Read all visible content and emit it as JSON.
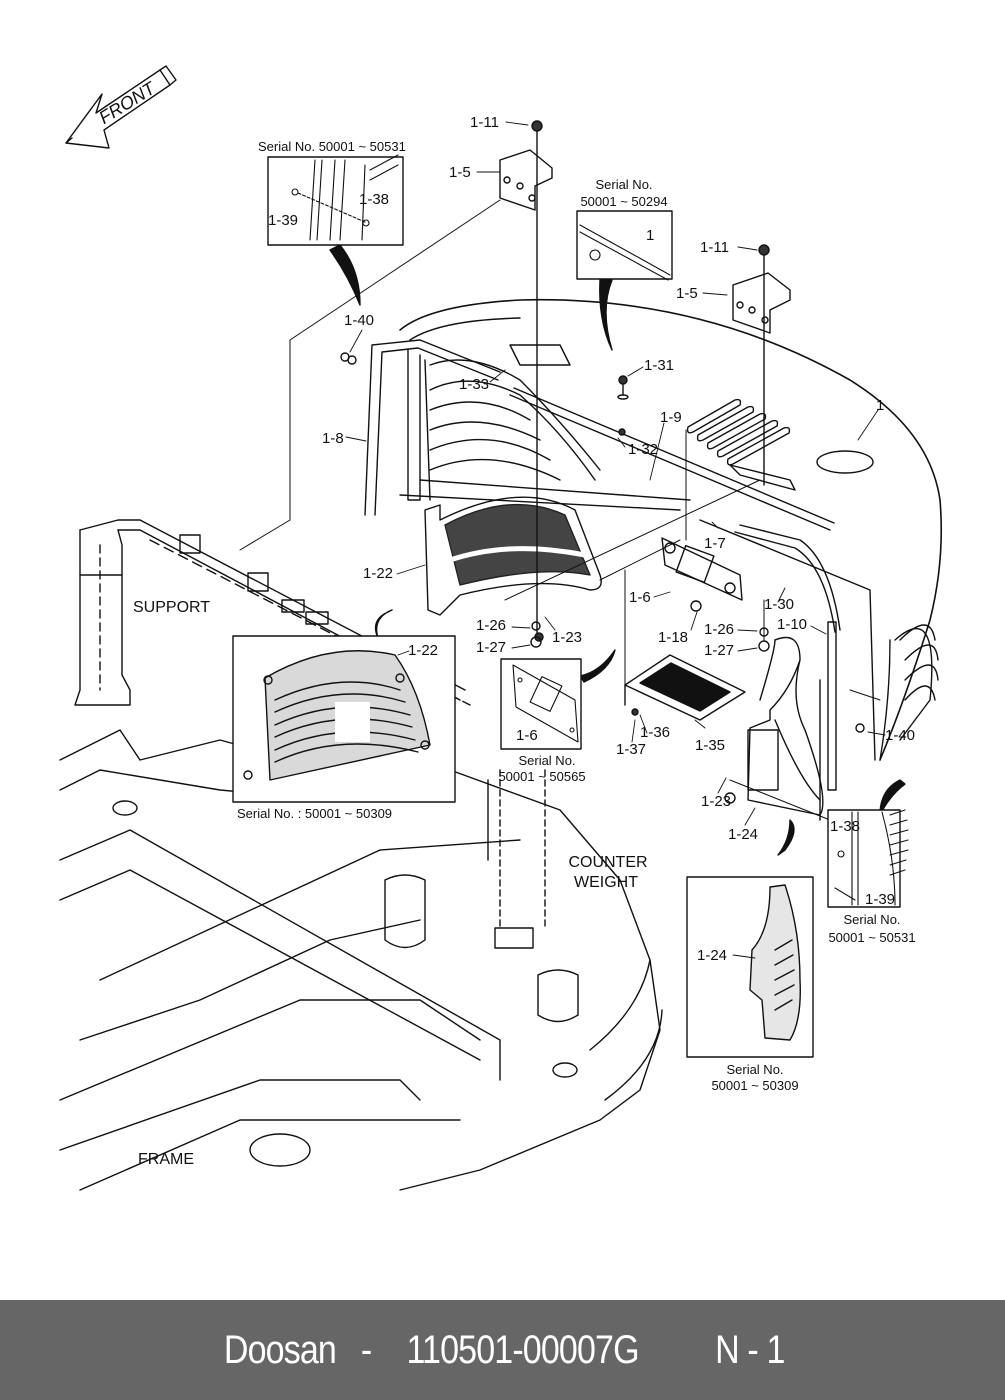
{
  "diagram": {
    "orientation_label": "FRONT",
    "section_labels": {
      "support": "SUPPORT",
      "counter_weight_line1": "COUNTER",
      "counter_weight_line2": "WEIGHT",
      "frame": "FRAME"
    },
    "insets": [
      {
        "id": "inset-hinge-bolt",
        "serial_caption": "Serial No. 50001 ~ 50531",
        "callouts": [
          "1-39",
          "1-38"
        ]
      },
      {
        "id": "inset-hood-edge",
        "serial_caption_line1": "Serial No.",
        "serial_caption_line2": "50001 ~ 50294",
        "callouts": [
          "1"
        ]
      },
      {
        "id": "inset-grill-cover",
        "serial_caption": "Serial No.  : 50001 ~ 50309",
        "callouts": [
          "1-22"
        ]
      },
      {
        "id": "inset-latch",
        "serial_caption_line1": "Serial No.",
        "serial_caption_line2": "50001 ~ 50565",
        "callouts": [
          "1-6"
        ]
      },
      {
        "id": "inset-side-bolt",
        "serial_caption_line1": "Serial No.",
        "serial_caption_line2": "50001 ~ 50531",
        "callouts": [
          "1-38",
          "1-39"
        ]
      },
      {
        "id": "inset-side-cover",
        "serial_caption_line1": "Serial No.",
        "serial_caption_line2": "50001 ~ 50309",
        "callouts": [
          "1-24"
        ]
      }
    ],
    "callouts": {
      "c1_11a": "1-11",
      "c1_5a": "1-5",
      "c1_11b": "1-11",
      "c1_5b": "1-5",
      "c1_40a": "1-40",
      "c1_33": "1-33",
      "c1_8": "1-8",
      "c1_31": "1-31",
      "c1_9": "1-9",
      "c1_32": "1-32",
      "c1": "1",
      "c1_7": "1-7",
      "c1_22": "1-22",
      "c1_6": "1-6",
      "c1_30": "1-30",
      "c1_26a": "1-26",
      "c1_27a": "1-27",
      "c1_23a": "1-23",
      "c1_18": "1-18",
      "c1_26b": "1-26",
      "c1_27b": "1-27",
      "c1_10": "1-10",
      "c1_36": "1-36",
      "c1_37": "1-37",
      "c1_35": "1-35",
      "c1_40b": "1-40",
      "c1_23b": "1-23",
      "c1_24": "1-24"
    }
  },
  "footer": {
    "brand": "Doosan",
    "separator": "-",
    "part_number": "110501-00007G",
    "page": "N - 1"
  }
}
